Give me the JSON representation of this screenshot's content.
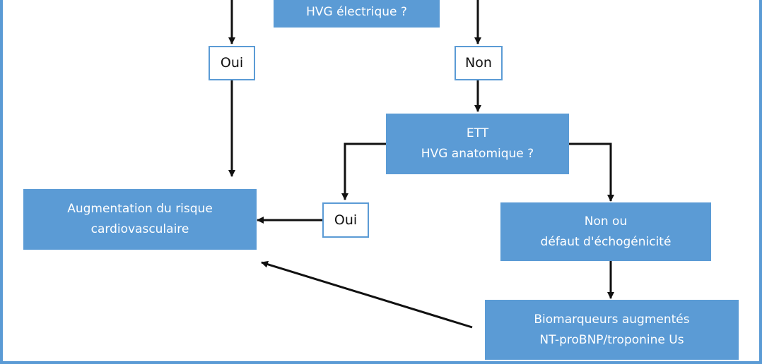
{
  "nodes": {
    "hvg_electrique": [
      "HVG électrique ?"
    ],
    "oui_top": [
      "Oui"
    ],
    "non_top": [
      "Non"
    ],
    "ett": [
      "ETT",
      "HVG anatomique ?"
    ],
    "oui_mid": [
      "Oui"
    ],
    "risque": [
      "Augmentation du risque",
      "cardiovasculaire"
    ],
    "non_defaut": [
      "Non ou",
      "défaut d'échogénicité"
    ],
    "biomarqueurs": [
      "Biomarqueurs augmentés",
      "NT-proBNP/troponine Us"
    ]
  },
  "colors": {
    "box_fill": "#5b9bd5",
    "box_text": "#ffffff",
    "arrow": "#111111"
  }
}
